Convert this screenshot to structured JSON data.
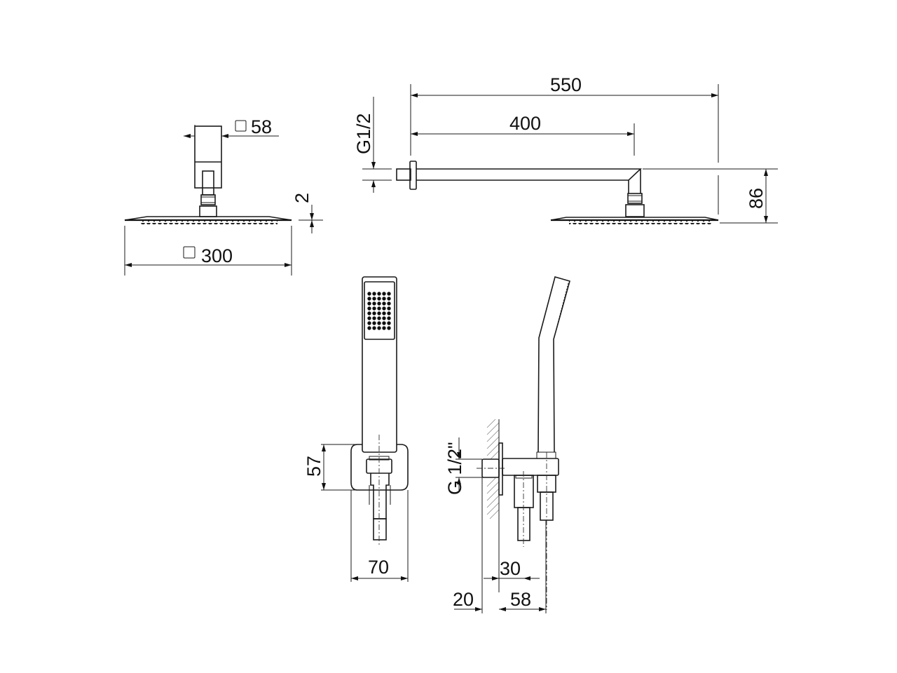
{
  "drawing": {
    "type": "technical-dimension-drawing",
    "subject": "Shower set: ceiling/wall shower head with arm, hand shower with wall outlet holder",
    "units": "mm"
  },
  "views": {
    "head_front": {
      "dim_square_58": "58",
      "dim_square_300": "300",
      "dim_thickness": "2"
    },
    "head_side": {
      "dim_thread": "G1/2",
      "dim_total_length": "550",
      "dim_arm_length": "400",
      "dim_height": "86"
    },
    "hand_front": {
      "dim_height": "57",
      "dim_width": "70"
    },
    "hand_side": {
      "dim_thread": "G 1/2\"",
      "dim_outlet": "30",
      "dim_wall": "20",
      "dim_depth": "58"
    }
  },
  "colors": {
    "line": "#1a1a1a",
    "background": "#ffffff",
    "hatch": "#888888"
  }
}
